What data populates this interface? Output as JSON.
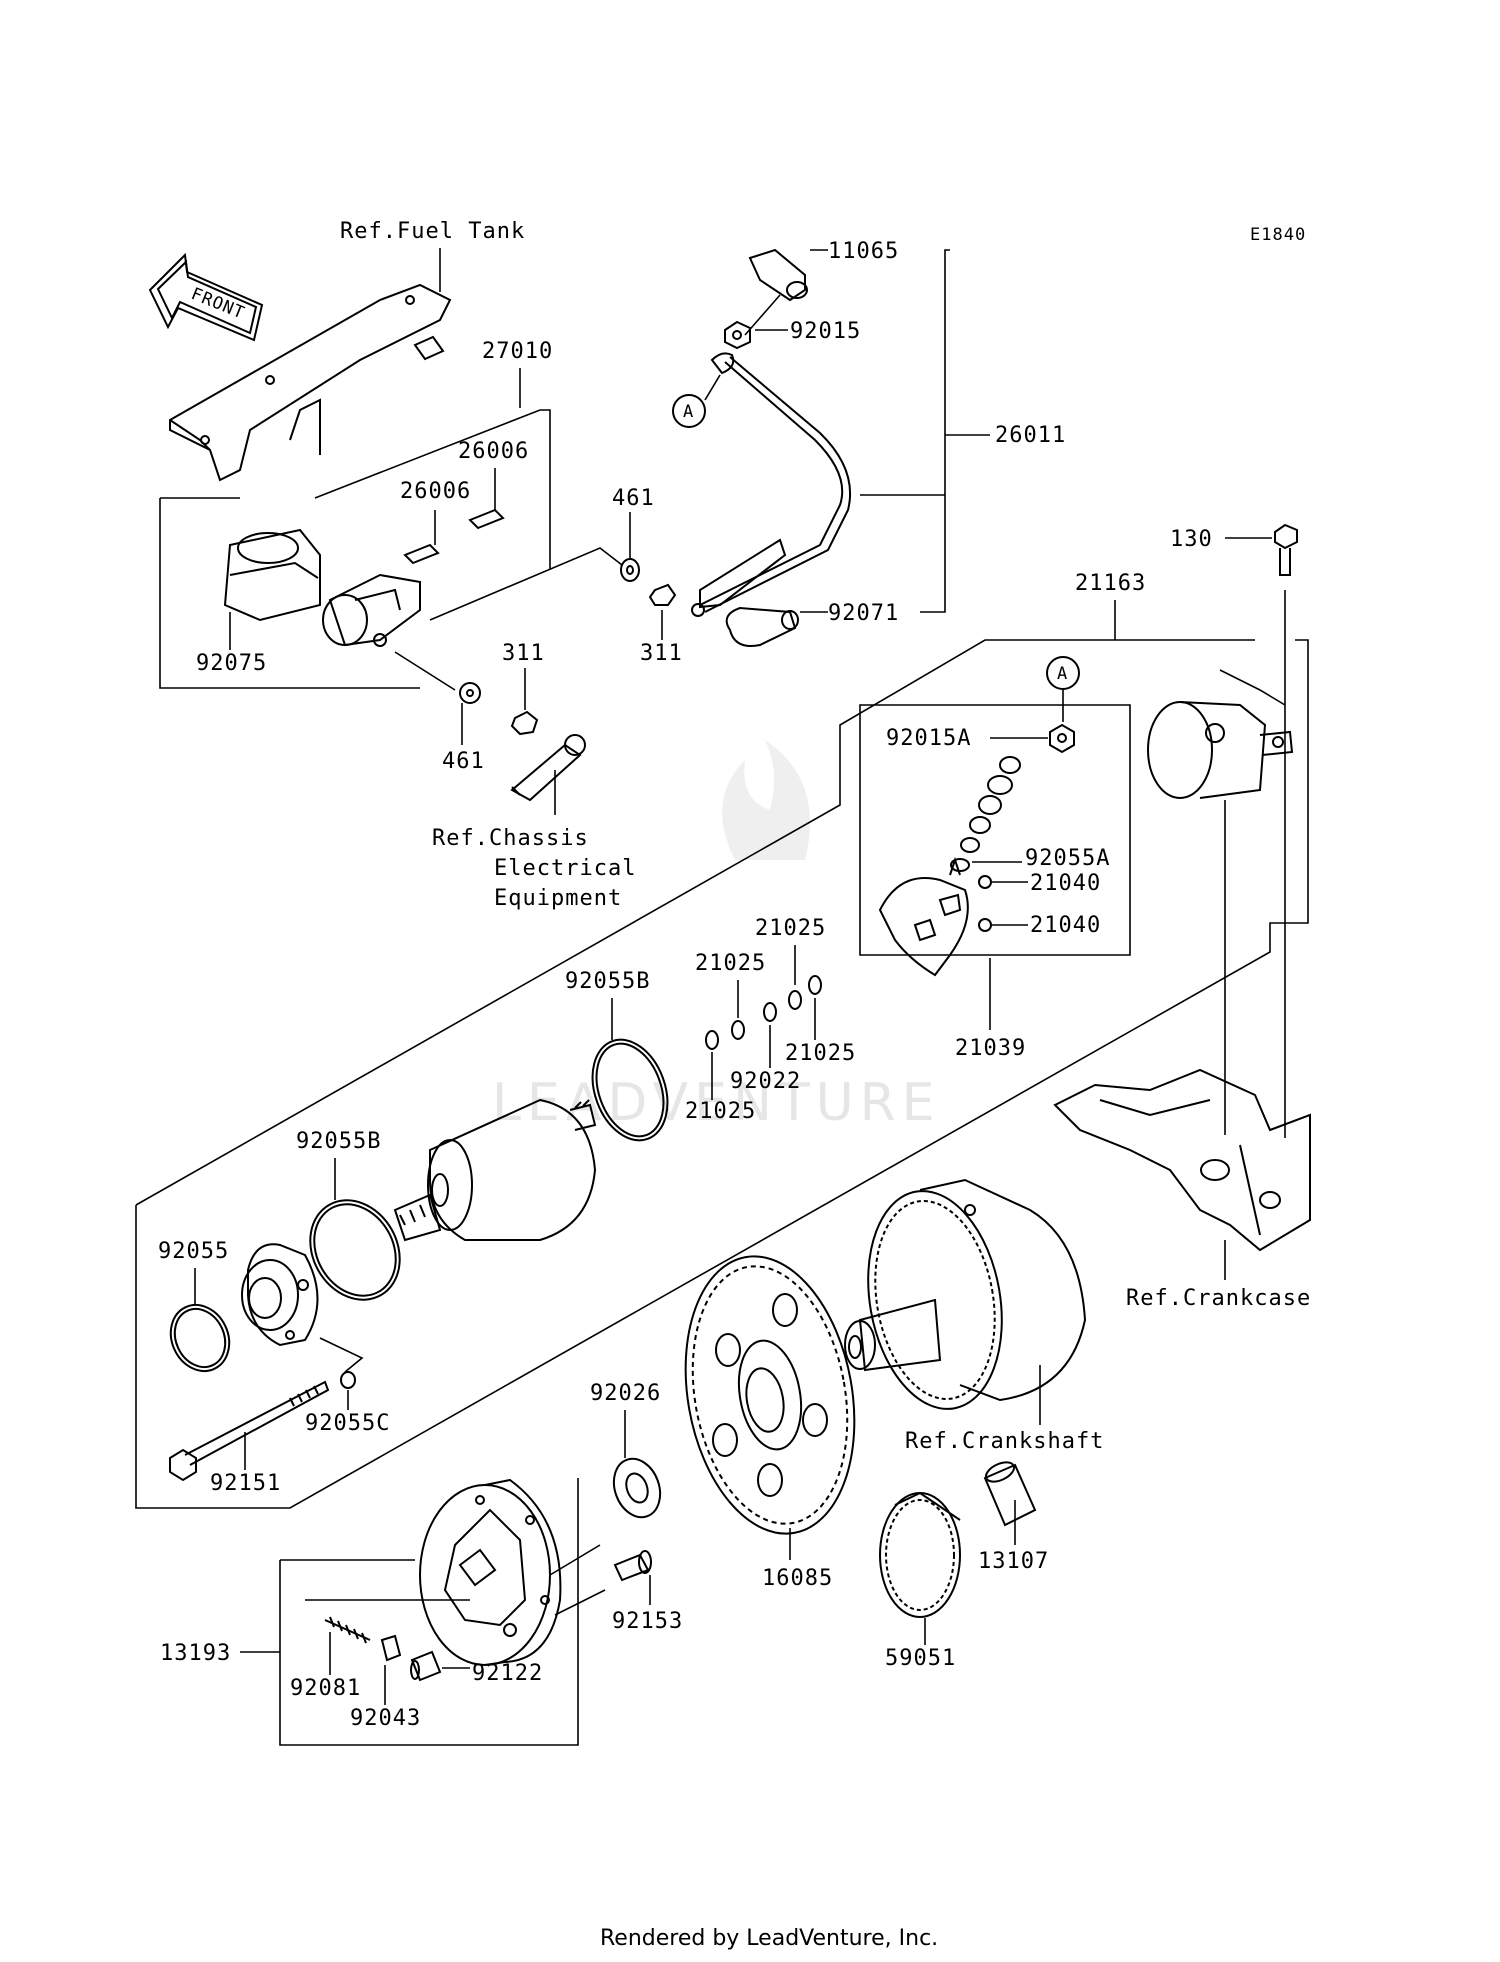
{
  "diagram_code": "E1840",
  "front_arrow_label": "FRONT",
  "watermark": "LEADVENTURE",
  "footer": "Rendered by LeadVenture, Inc.",
  "callout_letter": "A",
  "references": {
    "fuel_tank": "Ref.Fuel Tank",
    "chassis_1": "Ref.Chassis",
    "chassis_2": "Electrical",
    "chassis_3": "Equipment",
    "crankcase": "Ref.Crankcase",
    "crankshaft": "Ref.Crankshaft"
  },
  "parts": {
    "p11065": "11065",
    "p92015": "92015",
    "p26011": "26011",
    "p92071": "92071",
    "p27010": "27010",
    "p26006a": "26006",
    "p26006b": "26006",
    "p461a": "461",
    "p461b": "461",
    "p311a": "311",
    "p311b": "311",
    "p92075": "92075",
    "p130": "130",
    "p21163": "21163",
    "p92015A": "92015A",
    "p92055A": "92055A",
    "p21040a": "21040",
    "p21040b": "21040",
    "p21039": "21039",
    "p21025a": "21025",
    "p21025b": "21025",
    "p21025c": "21025",
    "p21025d": "21025",
    "p92022": "92022",
    "p92055B_a": "92055B",
    "p92055B_b": "92055B",
    "p92055": "92055",
    "p92055C": "92055C",
    "p92151": "92151",
    "p92026": "92026",
    "p16085": "16085",
    "p13107": "13107",
    "p59051": "59051",
    "p92153": "92153",
    "p13193": "13193",
    "p92081": "92081",
    "p92043": "92043",
    "p92122": "92122"
  }
}
